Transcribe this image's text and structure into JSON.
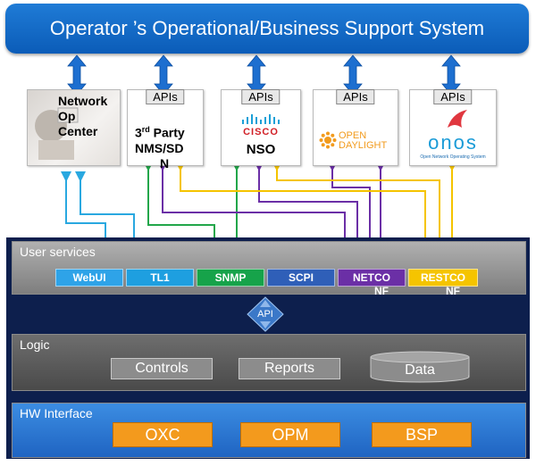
{
  "banner": {
    "title": "Operator ’s Operational/Business Support System"
  },
  "systems": {
    "noc": {
      "label_line1": "Network",
      "label_line2": "Op",
      "label_line3": "Center"
    },
    "third_party": {
      "apis": "APIs",
      "label_line1": "3rd Party",
      "label_line2": "NMS/SD",
      "label_line3": "N"
    },
    "cisco": {
      "apis": "APIs",
      "logo_text": "CISCO",
      "label": "NSO"
    },
    "opendaylight": {
      "apis": "APIs",
      "logo_line1": "OPEN",
      "logo_line2": "DAYLIGHT"
    },
    "onos": {
      "apis": "APIs",
      "logo_text": "onos",
      "tagline": "Open Network Operating System"
    }
  },
  "user_services": {
    "title": "User services",
    "items": [
      {
        "label": "WebUI",
        "color": "#2ea3e8"
      },
      {
        "label": "TL1",
        "color": "#1e9fe0"
      },
      {
        "label": "SNMP",
        "color": "#16a34a"
      },
      {
        "label": "SCPI",
        "color": "#2f5fb8"
      },
      {
        "label": "NETCO",
        "color": "#6b2fa6",
        "suffix": "NF"
      },
      {
        "label": "RESTCO",
        "color": "#f5c400",
        "suffix": "NF"
      }
    ]
  },
  "api_badge": "API",
  "logic": {
    "title": "Logic",
    "items": [
      "Controls",
      "Reports",
      "Data"
    ]
  },
  "hw_interface": {
    "title": "HW Interface",
    "items": [
      "OXC",
      "OPM",
      "BSP"
    ]
  },
  "colors": {
    "banner": "#1468c8",
    "platform": "#0d1f4d",
    "cyan_link": "#29a8e0",
    "green_link": "#22a64a",
    "purple_link": "#6b2fa6",
    "yellow_link": "#f5c400"
  }
}
